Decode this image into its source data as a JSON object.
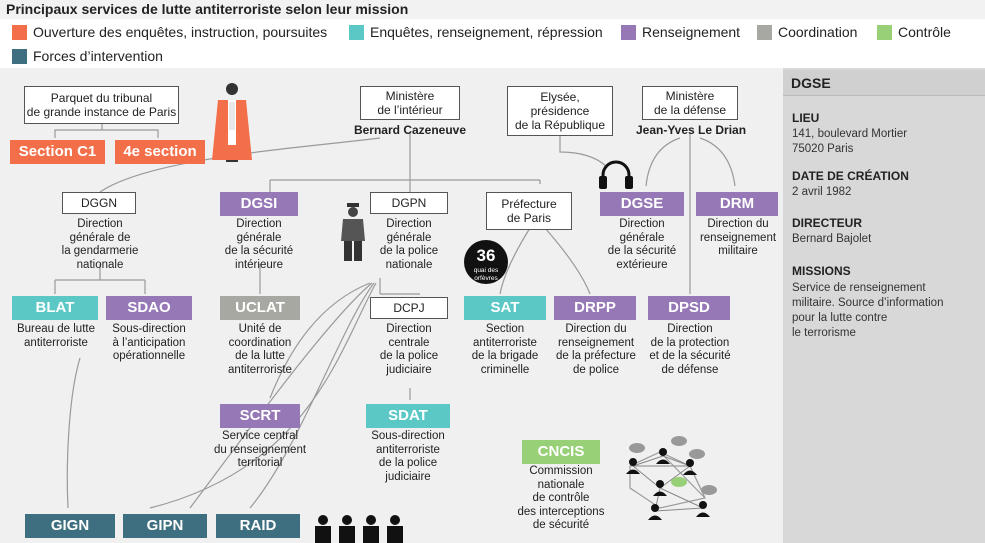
{
  "title": "Principaux services de lutte antiterroriste selon leur mission",
  "legend": [
    {
      "label": "Ouverture des enquêtes, instruction, poursuites",
      "color": "#f36f4a"
    },
    {
      "label": "Enquêtes, renseignement, répression",
      "color": "#5bc8c6"
    },
    {
      "label": "Renseignement",
      "color": "#9578b5"
    },
    {
      "label": "Coordination",
      "color": "#a8a8a3"
    },
    {
      "label": "Contrôle",
      "color": "#98d077"
    },
    {
      "label": "Forces d’intervention",
      "color": "#3e6f80"
    }
  ],
  "nodes": {
    "parquet": {
      "label": "Parquet du tribunal\nde grande instance de Paris"
    },
    "interieur": {
      "label": "Ministère\nde l’intérieur",
      "person": "Bernard Cazeneuve"
    },
    "elysee": {
      "label": "Elysée,\nprésidence\nde la République"
    },
    "defense": {
      "label": "Ministère\nde la défense",
      "person": "Jean-Yves Le Drian"
    },
    "dggn": {
      "label": "DGGN",
      "desc": "Direction\ngénérale de\nla gendarmerie\nnationale"
    },
    "dgpn": {
      "label": "DGPN",
      "desc": "Direction\ngénérale\nde la police\nnationale"
    },
    "prefecture": {
      "label": "Préfecture\nde Paris"
    },
    "dcpj": {
      "label": "DCPJ",
      "desc": "Direction\ncentrale\nde la police\njudiciaire"
    }
  },
  "services": {
    "section_c1": {
      "label": "Section C1"
    },
    "quatrieme_section": {
      "label": "4e section"
    },
    "dgsi": {
      "label": "DGSI",
      "desc": "Direction\ngénérale\nde la sécurité\nintérieure"
    },
    "dgse": {
      "label": "DGSE",
      "desc": "Direction\ngénérale\nde la sécurité\nextérieure"
    },
    "drm": {
      "label": "DRM",
      "desc": "Direction du\nrenseignement\nmilitaire"
    },
    "blat": {
      "label": "BLAT",
      "desc": "Bureau de lutte\nantiterroriste"
    },
    "sdao": {
      "label": "SDAO",
      "desc": "Sous-direction\nà l’anticipation\nopérationnelle"
    },
    "uclat": {
      "label": "UCLAT",
      "desc": "Unité de\ncoordination\nde la lutte\nantiterroriste"
    },
    "sat": {
      "label": "SAT",
      "desc": "Section\nantiterroriste\nde la brigade\ncriminelle"
    },
    "drpp": {
      "label": "DRPP",
      "desc": "Direction du\nrenseignement\nde la préfecture\nde police"
    },
    "dpsd": {
      "label": "DPSD",
      "desc": "Direction\nde la protection\net de la sécurité\nde défense"
    },
    "scrt": {
      "label": "SCRT",
      "desc": "Service central\ndu renseignement\nterritorial"
    },
    "sdat": {
      "label": "SDAT",
      "desc": "Sous-direction\nantiterroriste\nde la police\njudiciaire"
    },
    "cncis": {
      "label": "CNCIS",
      "desc": "Commission\nnationale\nde contrôle\ndes interceptions\nde sécurité"
    },
    "gign": {
      "label": "GIGN"
    },
    "gipn": {
      "label": "GIPN"
    },
    "raid": {
      "label": "RAID"
    }
  },
  "badge": {
    "number": "36",
    "text": "quai des orfèvres"
  },
  "sidebar": {
    "title": "DGSE",
    "lieu_label": "LIEU",
    "lieu_value": "141, boulevard Mortier\n75020 Paris",
    "creation_label": "DATE DE CRÉATION",
    "creation_value": "2 avril 1982",
    "directeur_label": "DIRECTEUR",
    "directeur_value": "Bernard Bajolet",
    "missions_label": "MISSIONS",
    "missions_value": "Service de renseignement\nmilitaire. Source d’information\npour la lutte contre\nle terrorisme"
  },
  "icons": {
    "judge": "judge-robe-icon",
    "police": "police-officer-icon",
    "headphones": "headphones-icon",
    "network": "people-network-icon",
    "team": "intervention-team-icon"
  }
}
